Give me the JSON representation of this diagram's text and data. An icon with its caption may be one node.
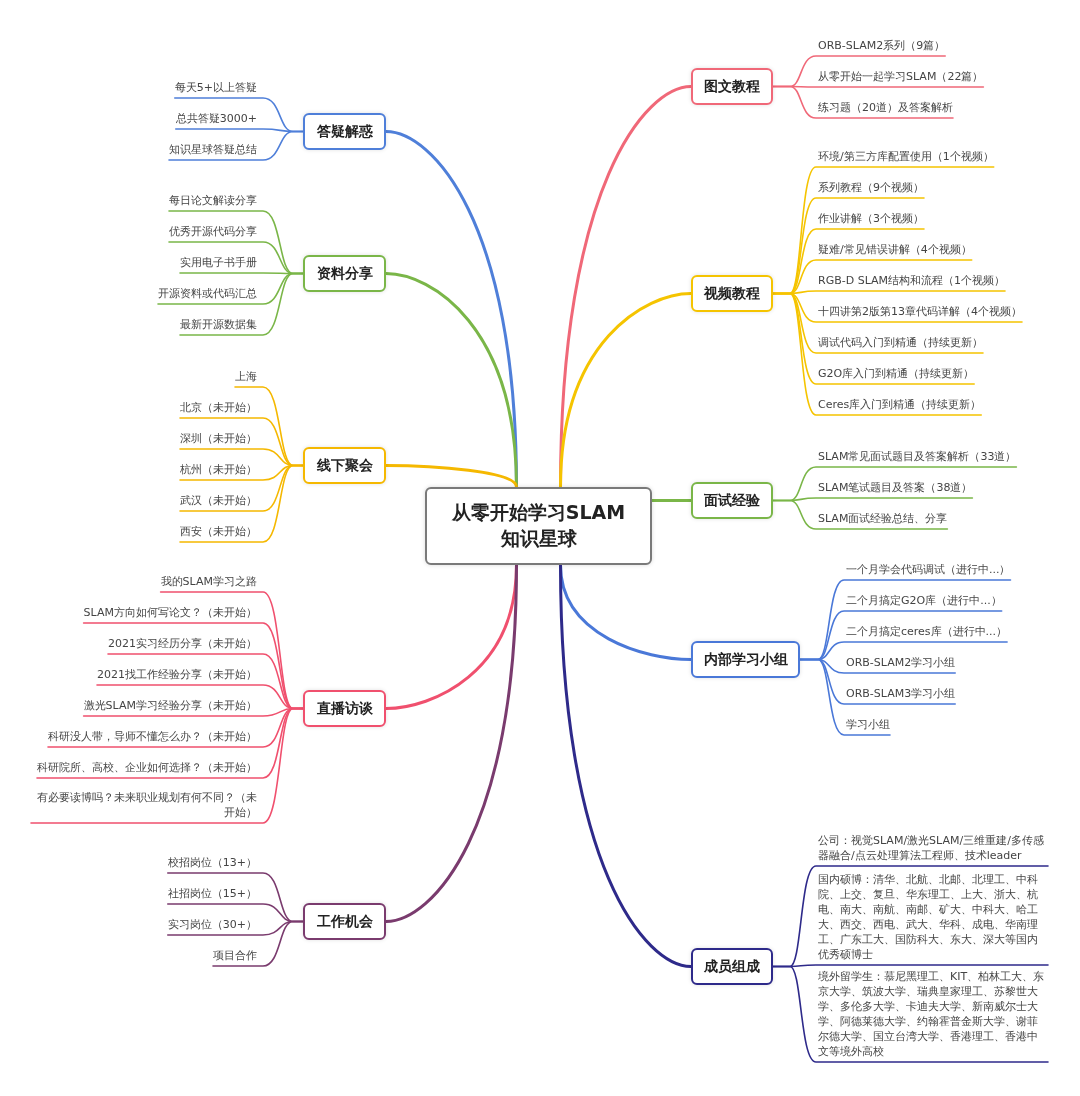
{
  "diagram": {
    "nodes": [
      {
        "text": [
          "从零开始学习SLAM知识星球"
        ]
      },
      {
        "text": [
          "答疑解惑"
        ]
      },
      {
        "text": [
          "每天5+以上答疑"
        ]
      },
      {
        "text": [
          "总共答疑3000+"
        ]
      },
      {
        "text": [
          "知识星球答疑总结"
        ]
      },
      {
        "text": [
          "资料分享"
        ]
      },
      {
        "text": [
          "每日论文解读分享"
        ]
      },
      {
        "text": [
          "优秀开源代码分享"
        ]
      },
      {
        "text": [
          "实用电子书手册"
        ]
      },
      {
        "text": [
          "开源资料或代码汇总"
        ]
      },
      {
        "text": [
          "最新开源数据集"
        ]
      },
      {
        "text": [
          "线下聚会"
        ]
      },
      {
        "text": [
          "上海"
        ]
      },
      {
        "text": [
          "北京（未开始）"
        ]
      },
      {
        "text": [
          "深圳（未开始）"
        ]
      },
      {
        "text": [
          "杭州（未开始）"
        ]
      },
      {
        "text": [
          "武汉（未开始）"
        ]
      },
      {
        "text": [
          "西安（未开始）"
        ]
      },
      {
        "text": [
          "直播访谈"
        ]
      },
      {
        "text": [
          "我的SLAM学习之路"
        ]
      },
      {
        "text": [
          "SLAM方向如何写论文？（未开始）"
        ]
      },
      {
        "text": [
          "2021实习经历分享（未开始）"
        ]
      },
      {
        "text": [
          "2021找工作经验分享（未开始）"
        ]
      },
      {
        "text": [
          "激光SLAM学习经验分享（未开始）"
        ]
      },
      {
        "text": [
          "科研没人带，导师不懂怎么办？（未开始）"
        ]
      },
      {
        "text": [
          "科研院所、高校、企业如何选择？（未开始）"
        ]
      },
      {
        "text": [
          "有必要读博吗？未来职业规划有何不同？（未开始）"
        ]
      },
      {
        "text": [
          "工作机会"
        ]
      },
      {
        "text": [
          "校招岗位（13+）"
        ]
      },
      {
        "text": [
          "社招岗位（15+）"
        ]
      },
      {
        "text": [
          "实习岗位（30+）"
        ]
      },
      {
        "text": [
          "项目合作"
        ]
      },
      {
        "text": [
          "图文教程"
        ]
      },
      {
        "text": [
          "ORB-SLAM2系列（9篇）"
        ]
      },
      {
        "text": [
          "从零开始一起学习SLAM（22篇）"
        ]
      },
      {
        "text": [
          "练习题（20道）及答案解析"
        ]
      },
      {
        "text": [
          "视频教程"
        ]
      },
      {
        "text": [
          "环境/第三方库配置使用（1个视频）"
        ]
      },
      {
        "text": [
          "系列教程（9个视频）"
        ]
      },
      {
        "text": [
          "作业讲解（3个视频）"
        ]
      },
      {
        "text": [
          "疑难/常见错误讲解（4个视频）"
        ]
      },
      {
        "text": [
          "RGB-D SLAM结构和流程（1个视频）"
        ]
      },
      {
        "text": [
          "十四讲第2版第13章代码详解（4个视频）"
        ]
      },
      {
        "text": [
          "调试代码入门到精通（持续更新）"
        ]
      },
      {
        "text": [
          "G2O库入门到精通（持续更新）"
        ]
      },
      {
        "text": [
          "Ceres库入门到精通（持续更新）"
        ]
      },
      {
        "text": [
          "面试经验"
        ]
      },
      {
        "text": [
          "SLAM常见面试题目及答案解析（33道）"
        ]
      },
      {
        "text": [
          "SLAM笔试题目及答案（38道）"
        ]
      },
      {
        "text": [
          "SLAM面试经验总结、分享"
        ]
      },
      {
        "text": [
          "内部学习小组"
        ]
      },
      {
        "text": [
          "一个月学会代码调试（进行中...）"
        ]
      },
      {
        "text": [
          "二个月搞定G2O库（进行中...）"
        ]
      },
      {
        "text": [
          "二个月搞定ceres库（进行中...）"
        ]
      },
      {
        "text": [
          "ORB-SLAM2学习小组"
        ]
      },
      {
        "text": [
          "ORB-SLAM3学习小组"
        ]
      },
      {
        "text": [
          "学习小组"
        ]
      },
      {
        "text": [
          "成员组成"
        ]
      },
      {
        "text": [
          "公司：视觉SLAM/激光SLAM/三维重建/多传感器融合/点云处理算法工程师、技术leader"
        ]
      },
      {
        "text": [
          "国内硕博：清华、北航、北邮、北理工、中科院、上交、复旦、华东理工、上大、浙大、杭电、南大、南航、南邮、矿大、中科大、哈工大、西交、西电、武大、华科、成电、华南理工、广东工大、国防科大、东大、深大等国内优秀硕博士"
        ]
      },
      {
        "text": [
          "境外留学生：慕尼黑理工、KIT、柏林工大、东京大学、筑波大学、瑞典皇家理工、苏黎世大学、多伦多大学、卡迪夫大学、新南威尔士大学、阿德莱德大学、约翰霍普金斯大学、谢菲尔德大学、国立台湾大学、香港理工、香港中文等境外高校"
        ]
      }
    ],
    "edges": [
      {
        "from": 0,
        "to": 1,
        "arrow": "none",
        "color": "#4f7fd9"
      },
      {
        "from": 0,
        "to": 5,
        "arrow": "none",
        "color": "#7ab648"
      },
      {
        "from": 0,
        "to": 11,
        "arrow": "none",
        "color": "#f5b800"
      },
      {
        "from": 0,
        "to": 18,
        "arrow": "none",
        "color": "#f0506e"
      },
      {
        "from": 0,
        "to": 27,
        "arrow": "none",
        "color": "#7a3b6e"
      },
      {
        "from": 0,
        "to": 32,
        "arrow": "none",
        "color": "#f06878"
      },
      {
        "from": 0,
        "to": 36,
        "arrow": "none",
        "color": "#f5c400"
      },
      {
        "from": 0,
        "to": 46,
        "arrow": "none",
        "color": "#7ab648"
      },
      {
        "from": 0,
        "to": 50,
        "arrow": "none",
        "color": "#4a78d8"
      },
      {
        "from": 0,
        "to": 57,
        "arrow": "none",
        "color": "#2e2a8a"
      },
      {
        "from": 1,
        "to": 2,
        "arrow": "none",
        "color": "#4f7fd9"
      },
      {
        "from": 1,
        "to": 3,
        "arrow": "none",
        "color": "#4f7fd9"
      },
      {
        "from": 1,
        "to": 4,
        "arrow": "none",
        "color": "#4f7fd9"
      },
      {
        "from": 5,
        "to": 6,
        "arrow": "none",
        "color": "#7ab648"
      },
      {
        "from": 5,
        "to": 7,
        "arrow": "none",
        "color": "#7ab648"
      },
      {
        "from": 5,
        "to": 8,
        "arrow": "none",
        "color": "#7ab648"
      },
      {
        "from": 5,
        "to": 9,
        "arrow": "none",
        "color": "#7ab648"
      },
      {
        "from": 5,
        "to": 10,
        "arrow": "none",
        "color": "#7ab648"
      },
      {
        "from": 11,
        "to": 12,
        "arrow": "none",
        "color": "#f5b800"
      },
      {
        "from": 11,
        "to": 13,
        "arrow": "none",
        "color": "#f5b800"
      },
      {
        "from": 11,
        "to": 14,
        "arrow": "none",
        "color": "#f5b800"
      },
      {
        "from": 11,
        "to": 15,
        "arrow": "none",
        "color": "#f5b800"
      },
      {
        "from": 11,
        "to": 16,
        "arrow": "none",
        "color": "#f5b800"
      },
      {
        "from": 11,
        "to": 17,
        "arrow": "none",
        "color": "#f5b800"
      },
      {
        "from": 18,
        "to": 19,
        "arrow": "none",
        "color": "#f0506e"
      },
      {
        "from": 18,
        "to": 20,
        "arrow": "none",
        "color": "#f0506e"
      },
      {
        "from": 18,
        "to": 21,
        "arrow": "none",
        "color": "#f0506e"
      },
      {
        "from": 18,
        "to": 22,
        "arrow": "none",
        "color": "#f0506e"
      },
      {
        "from": 18,
        "to": 23,
        "arrow": "none",
        "color": "#f0506e"
      },
      {
        "from": 18,
        "to": 24,
        "arrow": "none",
        "color": "#f0506e"
      },
      {
        "from": 18,
        "to": 25,
        "arrow": "none",
        "color": "#f0506e"
      },
      {
        "from": 18,
        "to": 26,
        "arrow": "none",
        "color": "#f0506e"
      },
      {
        "from": 27,
        "to": 28,
        "arrow": "none",
        "color": "#7a3b6e"
      },
      {
        "from": 27,
        "to": 29,
        "arrow": "none",
        "color": "#7a3b6e"
      },
      {
        "from": 27,
        "to": 30,
        "arrow": "none",
        "color": "#7a3b6e"
      },
      {
        "from": 27,
        "to": 31,
        "arrow": "none",
        "color": "#7a3b6e"
      },
      {
        "from": 32,
        "to": 33,
        "arrow": "none",
        "color": "#f06878"
      },
      {
        "from": 32,
        "to": 34,
        "arrow": "none",
        "color": "#f06878"
      },
      {
        "from": 32,
        "to": 35,
        "arrow": "none",
        "color": "#f06878"
      },
      {
        "from": 36,
        "to": 37,
        "arrow": "none",
        "color": "#f5c400"
      },
      {
        "from": 36,
        "to": 38,
        "arrow": "none",
        "color": "#f5c400"
      },
      {
        "from": 36,
        "to": 39,
        "arrow": "none",
        "color": "#f5c400"
      },
      {
        "from": 36,
        "to": 40,
        "arrow": "none",
        "color": "#f5c400"
      },
      {
        "from": 36,
        "to": 41,
        "arrow": "none",
        "color": "#f5c400"
      },
      {
        "from": 36,
        "to": 42,
        "arrow": "none",
        "color": "#f5c400"
      },
      {
        "from": 36,
        "to": 43,
        "arrow": "none",
        "color": "#f5c400"
      },
      {
        "from": 36,
        "to": 44,
        "arrow": "none",
        "color": "#f5c400"
      },
      {
        "from": 36,
        "to": 45,
        "arrow": "none",
        "color": "#f5c400"
      },
      {
        "from": 46,
        "to": 47,
        "arrow": "none",
        "color": "#7ab648"
      },
      {
        "from": 46,
        "to": 48,
        "arrow": "none",
        "color": "#7ab648"
      },
      {
        "from": 46,
        "to": 49,
        "arrow": "none",
        "color": "#7ab648"
      },
      {
        "from": 50,
        "to": 51,
        "arrow": "none",
        "color": "#4a78d8"
      },
      {
        "from": 50,
        "to": 52,
        "arrow": "none",
        "color": "#4a78d8"
      },
      {
        "from": 50,
        "to": 53,
        "arrow": "none",
        "color": "#4a78d8"
      },
      {
        "from": 50,
        "to": 54,
        "arrow": "none",
        "color": "#4a78d8"
      },
      {
        "from": 50,
        "to": 55,
        "arrow": "none",
        "color": "#4a78d8"
      },
      {
        "from": 50,
        "to": 56,
        "arrow": "none",
        "color": "#4a78d8"
      },
      {
        "from": 57,
        "to": 58,
        "arrow": "none",
        "color": "#2e2a8a"
      },
      {
        "from": 57,
        "to": 59,
        "arrow": "none",
        "color": "#2e2a8a"
      },
      {
        "from": 57,
        "to": 60,
        "arrow": "none",
        "color": "#2e2a8a"
      }
    ]
  }
}
